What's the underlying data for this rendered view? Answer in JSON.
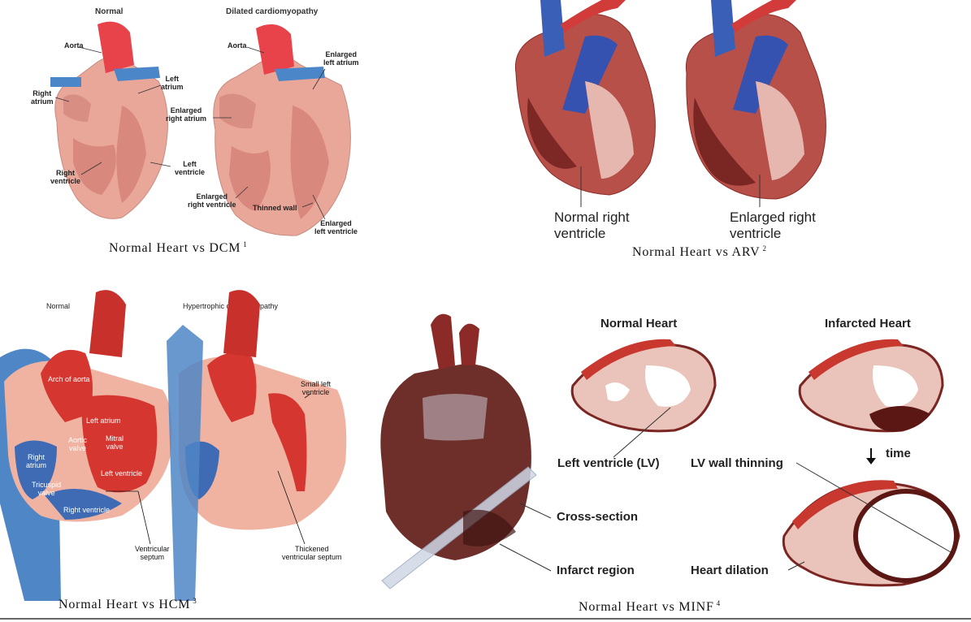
{
  "panel_dcm": {
    "title_left": "Normal",
    "title_right": "Dilated cardiomyopathy",
    "labels": {
      "aorta_l": "Aorta",
      "right_atrium": "Right\natrium",
      "left_atrium": "Left\natrium",
      "right_ventricle": "Right\nventricle",
      "left_ventricle": "Left\nventricle",
      "aorta_r": "Aorta",
      "enlarged_left_atrium": "Enlarged\nleft atrium",
      "enlarged_right_atrium": "Enlarged\nright atrium",
      "enlarged_right_ventricle": "Enlarged\nright ventricle",
      "thinned_wall": "Thinned wall",
      "enlarged_left_ventricle": "Enlarged\nleft ventricle"
    },
    "caption": "Normal Heart vs DCM",
    "caption_ref": "1"
  },
  "panel_arv": {
    "labels": {
      "normal_rv": "Normal right\nventricle",
      "enlarged_rv": "Enlarged right\nventricle"
    },
    "caption": "Normal Heart vs ARV",
    "caption_ref": "2"
  },
  "panel_hcm": {
    "title_left": "Normal",
    "title_right": "Hypertrophic cardiomyopathy",
    "labels": {
      "arch_of_aorta": "Arch of aorta",
      "left_atrium": "Left atrium",
      "aortic_valve": "Aortic\nvalve",
      "mitral_valve": "Mitral\nvalve",
      "right_atrium": "Right\natrium",
      "left_ventricle": "Left ventricle",
      "tricuspid_valve": "Tricuspid\nvalve",
      "right_ventricle": "Right ventricle",
      "ventricular_septum": "Ventricular\nseptum",
      "small_left_ventricle": "Small left\nventricle",
      "thickened_septum": "Thickened\nventricular septum"
    },
    "caption": "Normal Heart vs HCM",
    "caption_ref": "3"
  },
  "panel_minf": {
    "title_left": "Normal Heart",
    "title_right": "Infarcted Heart",
    "labels": {
      "time": "time",
      "left_ventricle_lv": "Left ventricle (LV)",
      "lv_wall_thinning": "LV wall thinning",
      "cross_section": "Cross-section",
      "infarct_region": "Infarct region",
      "heart_dilation": "Heart dilation"
    },
    "caption": "Normal Heart vs MINF",
    "caption_ref": "4"
  },
  "colors": {
    "aorta_red": "#e8424a",
    "vein_blue": "#4a86c8",
    "muscle_pink": "#e9a79a",
    "deep_red": "#c4262e",
    "dark_blue": "#2f4f9c",
    "tissue_dark": "#6b2420"
  }
}
